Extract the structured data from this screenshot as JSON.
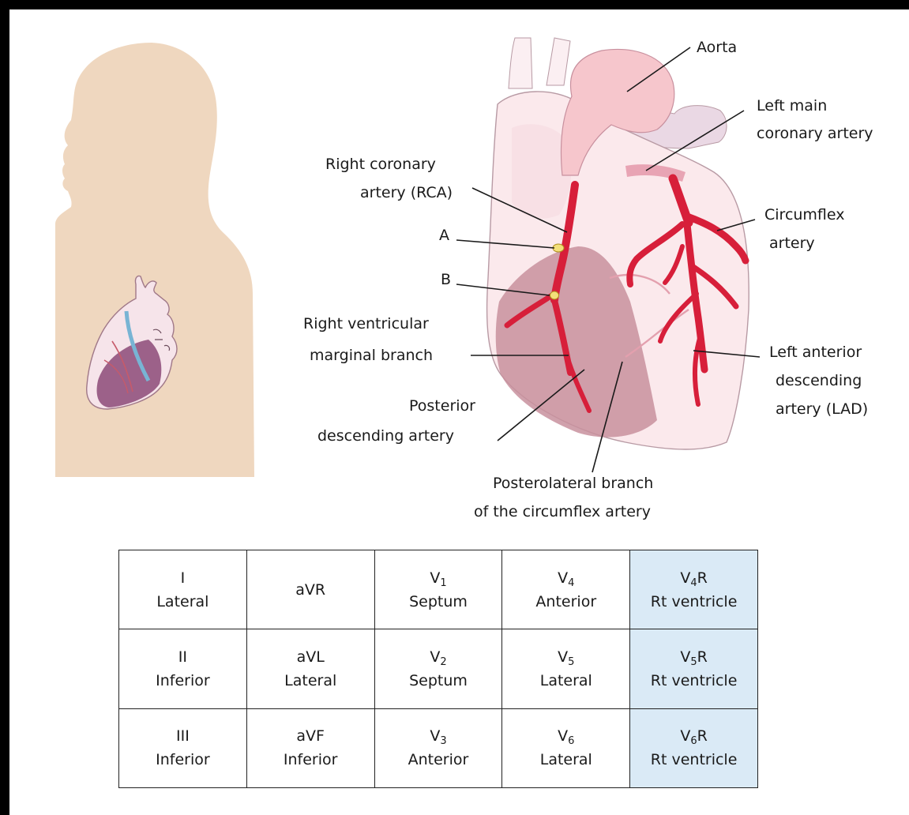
{
  "labels": {
    "aorta": "Aorta",
    "left_main_1": "Left main",
    "left_main_2": "coronary artery",
    "rca_1": "Right coronary",
    "rca_2": "artery (RCA)",
    "circumflex_1": "Circumflex",
    "circumflex_2": "artery",
    "point_a": "A",
    "point_b": "B",
    "rv_marginal_1": "Right ventricular",
    "rv_marginal_2": "marginal branch",
    "lad_1": "Left anterior",
    "lad_2": "descending",
    "lad_3": "artery (LAD)",
    "pda_1": "Posterior",
    "pda_2": "descending artery",
    "posterolateral_1": "Posterolateral branch",
    "posterolateral_2": "of the circumflex artery"
  },
  "colors": {
    "artery": "#d71f3a",
    "silhouette": "#efd7bf",
    "highlight_column": "#daeaf6",
    "plaque": "#f3e07a"
  },
  "lead_table": {
    "rows": [
      [
        {
          "lead": "I",
          "sub": "",
          "suffix": "",
          "region": "Lateral"
        },
        {
          "lead": "aVR",
          "sub": "",
          "suffix": "",
          "region": ""
        },
        {
          "lead": "V",
          "sub": "1",
          "suffix": "",
          "region": "Septum"
        },
        {
          "lead": "V",
          "sub": "4",
          "suffix": "",
          "region": "Anterior"
        },
        {
          "lead": "V",
          "sub": "4",
          "suffix": "R",
          "region": "Rt ventricle"
        }
      ],
      [
        {
          "lead": "II",
          "sub": "",
          "suffix": "",
          "region": "Inferior"
        },
        {
          "lead": "aVL",
          "sub": "",
          "suffix": "",
          "region": "Lateral"
        },
        {
          "lead": "V",
          "sub": "2",
          "suffix": "",
          "region": "Septum"
        },
        {
          "lead": "V",
          "sub": "5",
          "suffix": "",
          "region": "Lateral"
        },
        {
          "lead": "V",
          "sub": "5",
          "suffix": "R",
          "region": "Rt ventricle"
        }
      ],
      [
        {
          "lead": "III",
          "sub": "",
          "suffix": "",
          "region": "Inferior"
        },
        {
          "lead": "aVF",
          "sub": "",
          "suffix": "",
          "region": "Inferior"
        },
        {
          "lead": "V",
          "sub": "3",
          "suffix": "",
          "region": "Anterior"
        },
        {
          "lead": "V",
          "sub": "6",
          "suffix": "",
          "region": "Lateral"
        },
        {
          "lead": "V",
          "sub": "6",
          "suffix": "R",
          "region": "Rt ventricle"
        }
      ]
    ]
  }
}
